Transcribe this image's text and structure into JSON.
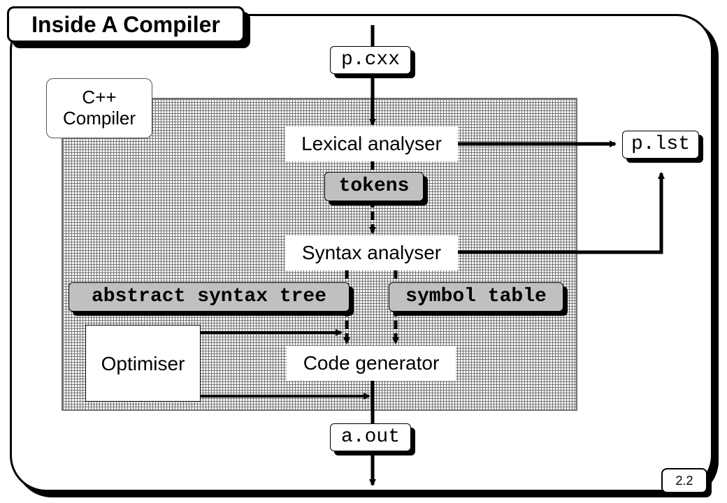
{
  "title": "Inside A Compiler",
  "compiler_label": "C++ Compiler",
  "inputs": {
    "source_file": "p.cxx"
  },
  "stages": {
    "lexical": "Lexical analyser",
    "syntax": "Syntax analyser",
    "codegen": "Code generator",
    "optimiser": "Optimiser"
  },
  "intermediates": {
    "tokens": "tokens",
    "ast": "abstract syntax tree",
    "symbol_table": "symbol table"
  },
  "outputs": {
    "listing_file": "p.lst",
    "executable": "a.out"
  },
  "page_number": "2.2"
}
